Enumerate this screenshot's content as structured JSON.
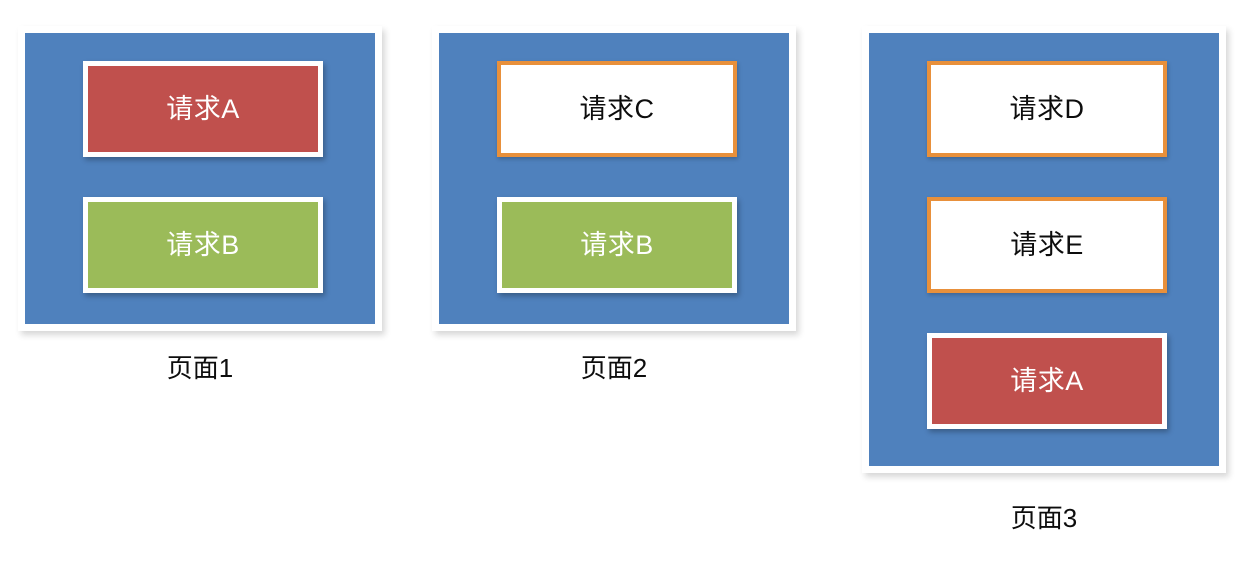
{
  "diagram": {
    "title": "",
    "colors": {
      "panel_fill": "#4F81BD",
      "panel_frame": "#FFFFFF",
      "request_red": "#C0504D",
      "request_green": "#9BBB59",
      "request_white": "#FFFFFF",
      "request_outline_orange": "#E8903B",
      "caption_text": "#0D0D0D",
      "label_on_color": "#FFFFFF",
      "label_on_white": "#0D0D0D"
    },
    "pages": [
      {
        "id": "page-1",
        "caption": "页面1",
        "requests": [
          {
            "label": "请求A",
            "style": "filled-red"
          },
          {
            "label": "请求B",
            "style": "filled-green"
          }
        ]
      },
      {
        "id": "page-2",
        "caption": "页面2",
        "requests": [
          {
            "label": "请求C",
            "style": "outlined-orange"
          },
          {
            "label": "请求B",
            "style": "filled-green"
          }
        ]
      },
      {
        "id": "page-3",
        "caption": "页面3",
        "requests": [
          {
            "label": "请求D",
            "style": "outlined-orange"
          },
          {
            "label": "请求E",
            "style": "outlined-orange"
          },
          {
            "label": "请求A",
            "style": "filled-red"
          }
        ]
      }
    ]
  }
}
